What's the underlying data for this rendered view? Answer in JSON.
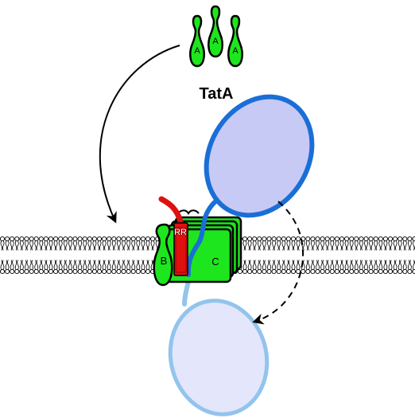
{
  "labels": {
    "tata_subunit": "A",
    "tata_caption": "TatA",
    "tatb_label": "B",
    "tatc_label": "C",
    "signal_peptide_label": "RR"
  },
  "colors": {
    "tat_green": "#1ee61e",
    "signal_red": "#e01010",
    "protein_folded_fill": "#c8caf6",
    "protein_folded_stroke": "#1a6fd6",
    "protein_translocated_fill": "#e4e6fb",
    "protein_translocated_stroke": "#92c4ec",
    "arrow_black": "#000000"
  },
  "icons": {
    "solid_arrow": "curved-arrow-solid",
    "dashed_arrow": "curved-arrow-dashed"
  }
}
